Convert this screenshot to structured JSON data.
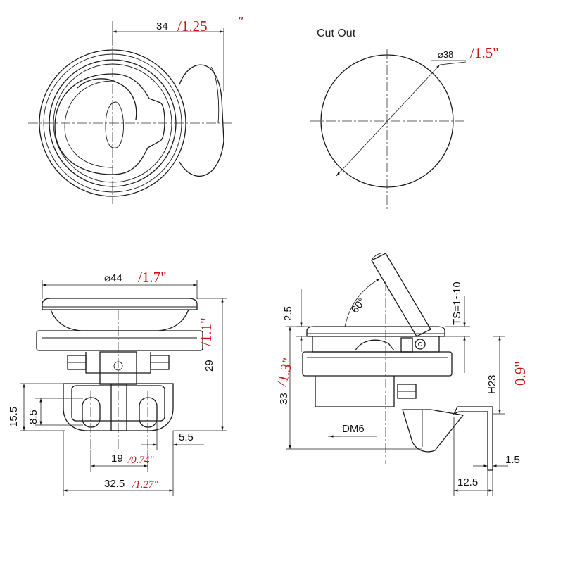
{
  "top_view": {
    "dim_width": "34",
    "dim_width_inch": "/1.25",
    "dim_width_inch_mark": "″"
  },
  "cutout": {
    "title": "Cut Out",
    "dia_label": "⌀38",
    "dia_inch": "/1.5\""
  },
  "front_view": {
    "dia_label": "⌀44",
    "dia_inch": "/1.7\"",
    "height_inch": "/1.1\"",
    "dim_29": "29",
    "dim_15_5": "15.5",
    "dim_8_5": "8.5",
    "dim_5_5": "5.5",
    "dim_19": "19",
    "dim_19_inch": "/0.74\"",
    "dim_32_5": "32.5",
    "dim_32_5_inch": "/1.27\""
  },
  "side_view": {
    "dim_2_5": "2.5",
    "angle": "60°",
    "ts": "TS=1~10",
    "dim_33": "33",
    "dim_33_inch": "/1.3\"",
    "h23": "H23",
    "h23_inch": "0.9\"",
    "dm6": "DM6",
    "dim_1_5": "1.5",
    "dim_12_5": "12.5"
  }
}
